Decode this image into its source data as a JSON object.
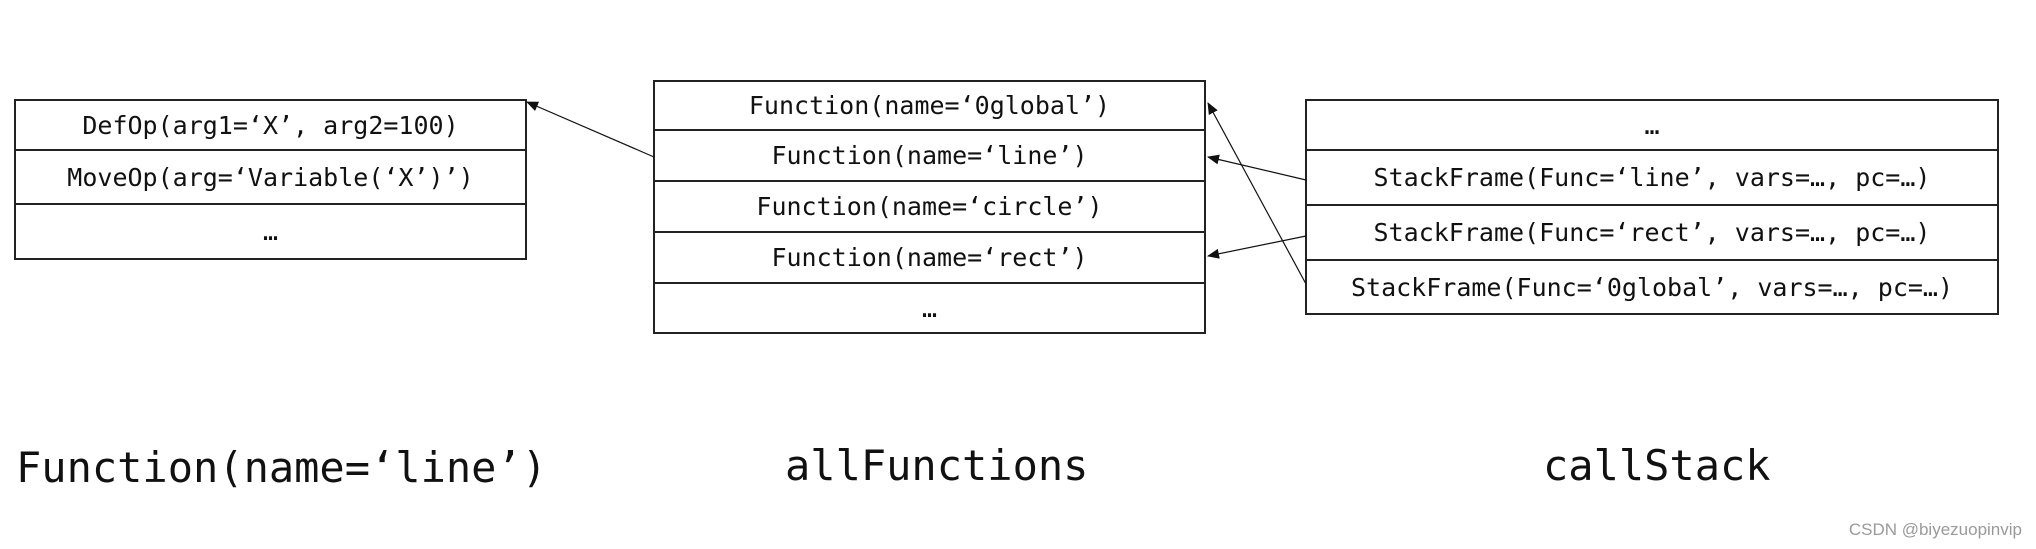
{
  "function_table": {
    "rows": [
      "DefOp(arg1=‘X’, arg2=100)",
      "MoveOp(arg=‘Variable(‘X’)’)",
      "…"
    ],
    "caption": "Function(name=‘line’)"
  },
  "all_functions": {
    "rows": [
      "Function(name=‘0global’)",
      "Function(name=‘line’)",
      "Function(name=‘circle’)",
      "Function(name=‘rect’)",
      "…"
    ],
    "caption": "allFunctions"
  },
  "call_stack": {
    "rows": [
      "…",
      "StackFrame(Func=‘line’, vars=…, pc=…)",
      "StackFrame(Func=‘rect’, vars=…, pc=…)",
      "StackFrame(Func=‘0global’, vars=…, pc=…)"
    ],
    "caption": "callStack"
  },
  "watermark": "CSDN @biyezuopinvip"
}
